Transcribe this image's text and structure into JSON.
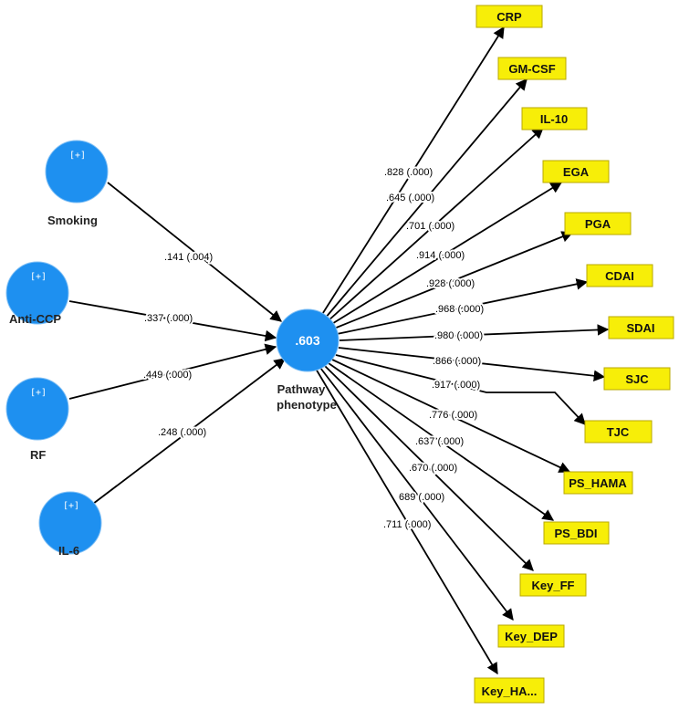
{
  "predictors": [
    {
      "label": "Smoking",
      "expand": "[+]",
      "path": ".141 (.004)"
    },
    {
      "label": "Anti-CCP",
      "expand": "[+]",
      "path": ".337 (.000)"
    },
    {
      "label": "RF",
      "expand": "[+]",
      "path": ".449 (.000)"
    },
    {
      "label": "IL-6",
      "expand": "[+]",
      "path": ".248 (.000)"
    }
  ],
  "construct": {
    "value": ".603",
    "label_line1": "Pathway",
    "label_line2": "phenotype"
  },
  "indicators": [
    {
      "label": "CRP",
      "loading": ".828 (.000)"
    },
    {
      "label": "GM-CSF",
      "loading": ".645 (.000)"
    },
    {
      "label": "IL-10",
      "loading": ".701 (.000)"
    },
    {
      "label": "EGA",
      "loading": ".914 (.000)"
    },
    {
      "label": "PGA",
      "loading": ".928 (.000)"
    },
    {
      "label": "CDAI",
      "loading": ".968 (.000)"
    },
    {
      "label": "SDAI",
      "loading": ".980 (.000)"
    },
    {
      "label": "SJC",
      "loading": ".866 (.000)"
    },
    {
      "label": "TJC",
      "loading": ".917 (.000)"
    },
    {
      "label": "PS_HAMA",
      "loading": ".776 (.000)"
    },
    {
      "label": "PS_BDI",
      "loading": ".637 (.000)"
    },
    {
      "label": "Key_FF",
      "loading": ".670 (.000)"
    },
    {
      "label": "Key_DEP",
      "loading": "689 (.000)"
    },
    {
      "label": "Key_HA...",
      "loading": ".711 (.000)"
    }
  ],
  "colors": {
    "construct": "#1e90f0",
    "indicator_fill": "#f7ee08"
  }
}
